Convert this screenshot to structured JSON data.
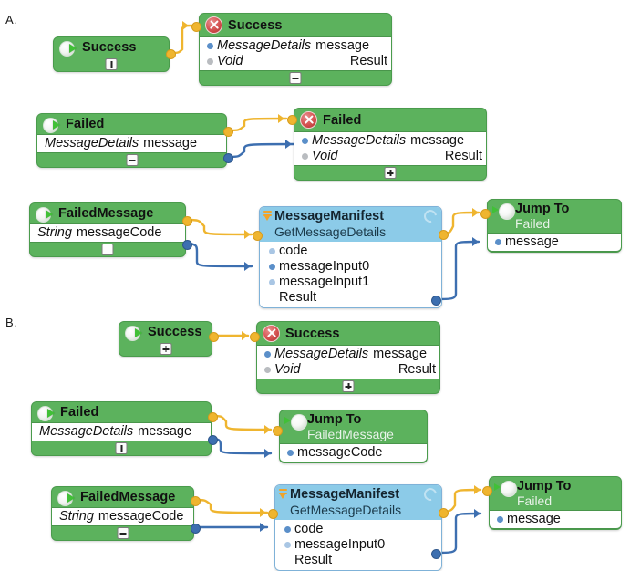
{
  "diagram": {
    "type": "visual-scripting-flow-graph",
    "sections": [
      {
        "id": "A",
        "label": "A."
      },
      {
        "id": "B",
        "label": "B."
      }
    ],
    "connector_colors": {
      "execution": "#efb52f",
      "data": "#3d6fb0"
    },
    "node_colors": {
      "event_green": "#5cb25d",
      "function_blue": "#8ccbe8",
      "body_white": "#ffffff"
    }
  },
  "nodes": {
    "a_success_start": {
      "title": "Success",
      "icon": "start-event-icon",
      "toggle": "bar",
      "rows": []
    },
    "a_success_end": {
      "title": "Success",
      "icon": "end-event-icon",
      "toggle": "minus",
      "rows": [
        {
          "type": "MessageDetails",
          "name": "message",
          "bullet": "blue"
        },
        {
          "type": "Void",
          "name": "Result",
          "bullet": "gray"
        }
      ]
    },
    "a_failed_start": {
      "title": "Failed",
      "icon": "start-event-icon",
      "toggle": "minus",
      "rows": [
        {
          "type": "MessageDetails",
          "name": "message",
          "bullet": "none"
        }
      ]
    },
    "a_failed_end": {
      "title": "Failed",
      "icon": "end-event-icon",
      "toggle": "plus",
      "rows": [
        {
          "type": "MessageDetails",
          "name": "message",
          "bullet": "blue"
        },
        {
          "type": "Void",
          "name": "Result",
          "bullet": "gray"
        }
      ]
    },
    "a_failedmessage_start": {
      "title": "FailedMessage",
      "icon": "start-event-icon",
      "toggle": "blank",
      "rows": [
        {
          "type": "String",
          "name": "messageCode",
          "bullet": "none"
        }
      ]
    },
    "a_manifest": {
      "title": "MessageManifest",
      "subtitle": "GetMessageDetails",
      "icon": "manifest-icon",
      "refresh_icon": "refresh-icon",
      "rows": [
        {
          "name": "code",
          "bullet": "lblue"
        },
        {
          "name": "messageInput0",
          "bullet": "data"
        },
        {
          "name": "messageInput1",
          "bullet": "lblue"
        },
        {
          "name": "Result",
          "bullet": "none"
        }
      ]
    },
    "a_jumpto": {
      "title": "Jump To",
      "subtitle": "Failed",
      "icon": "jump-to-icon",
      "rows": [
        {
          "name": "message",
          "bullet": "data"
        }
      ]
    },
    "b_success_start": {
      "title": "Success",
      "icon": "start-event-icon",
      "toggle": "plus",
      "rows": []
    },
    "b_success_end": {
      "title": "Success",
      "icon": "end-event-icon",
      "toggle": "plus",
      "rows": [
        {
          "type": "MessageDetails",
          "name": "message",
          "bullet": "blue"
        },
        {
          "type": "Void",
          "name": "Result",
          "bullet": "gray"
        }
      ]
    },
    "b_failed_start": {
      "title": "Failed",
      "icon": "start-event-icon",
      "toggle": "bar",
      "rows": [
        {
          "type": "MessageDetails",
          "name": "message",
          "bullet": "none"
        }
      ]
    },
    "b_jumpto_failedmessage": {
      "title": "Jump To",
      "subtitle": "FailedMessage",
      "icon": "jump-to-icon",
      "rows": [
        {
          "name": "messageCode",
          "bullet": "data"
        }
      ]
    },
    "b_failedmessage_start": {
      "title": "FailedMessage",
      "icon": "start-event-icon",
      "toggle": "minus",
      "rows": [
        {
          "type": "String",
          "name": "messageCode",
          "bullet": "none"
        }
      ]
    },
    "b_manifest": {
      "title": "MessageManifest",
      "subtitle": "GetMessageDetails",
      "icon": "manifest-icon",
      "refresh_icon": "refresh-icon",
      "rows": [
        {
          "name": "code",
          "bullet": "data"
        },
        {
          "name": "messageInput0",
          "bullet": "lblue"
        },
        {
          "name": "Result",
          "bullet": "none"
        }
      ]
    },
    "b_jumpto_failed": {
      "title": "Jump To",
      "subtitle": "Failed",
      "icon": "jump-to-icon",
      "rows": [
        {
          "name": "message",
          "bullet": "data"
        }
      ]
    }
  }
}
